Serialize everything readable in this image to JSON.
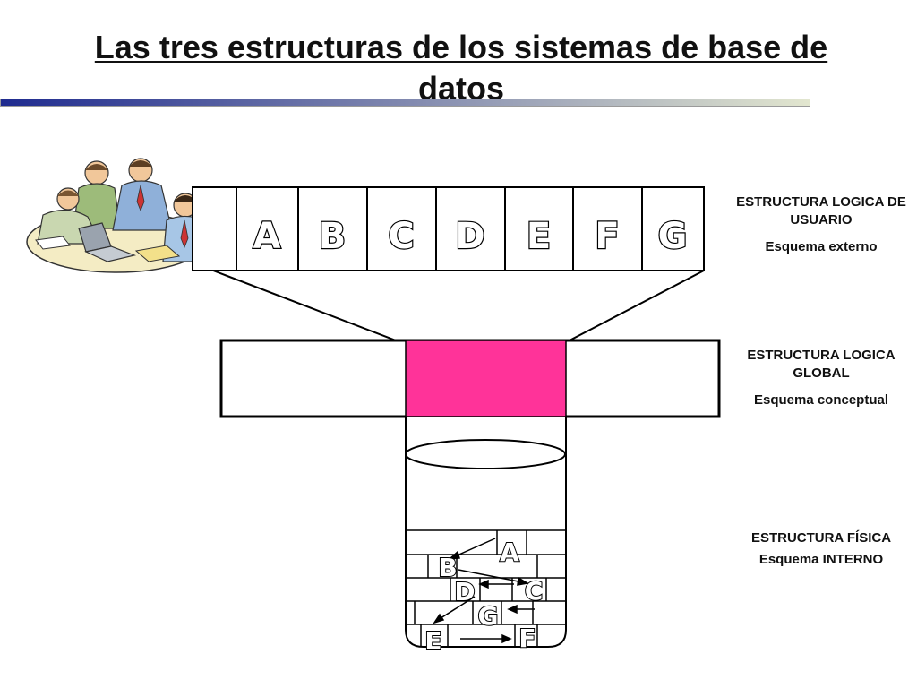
{
  "title": "Las tres estructuras de los sistemas de base de datos",
  "colors": {
    "global_highlight": "#ff3399",
    "title_bar_left": "#1f2b8f",
    "title_bar_right": "#e2e6cf"
  },
  "external_structure": {
    "fields": [
      "A",
      "B",
      "C",
      "D",
      "E",
      "F",
      "G"
    ],
    "label": "ESTRUCTURA LOGICA DE USUARIO",
    "sub": "Esquema externo"
  },
  "global_structure": {
    "label": "ESTRUCTURA LOGICA GLOBAL",
    "sub": "Esquema conceptual"
  },
  "physical_structure": {
    "letters": [
      "A",
      "B",
      "C",
      "D",
      "G",
      "E",
      "F"
    ],
    "label": "ESTRUCTURA FÍSICA",
    "sub": "Esquema INTERNO"
  },
  "illustration": "office-team-clipart-icon"
}
